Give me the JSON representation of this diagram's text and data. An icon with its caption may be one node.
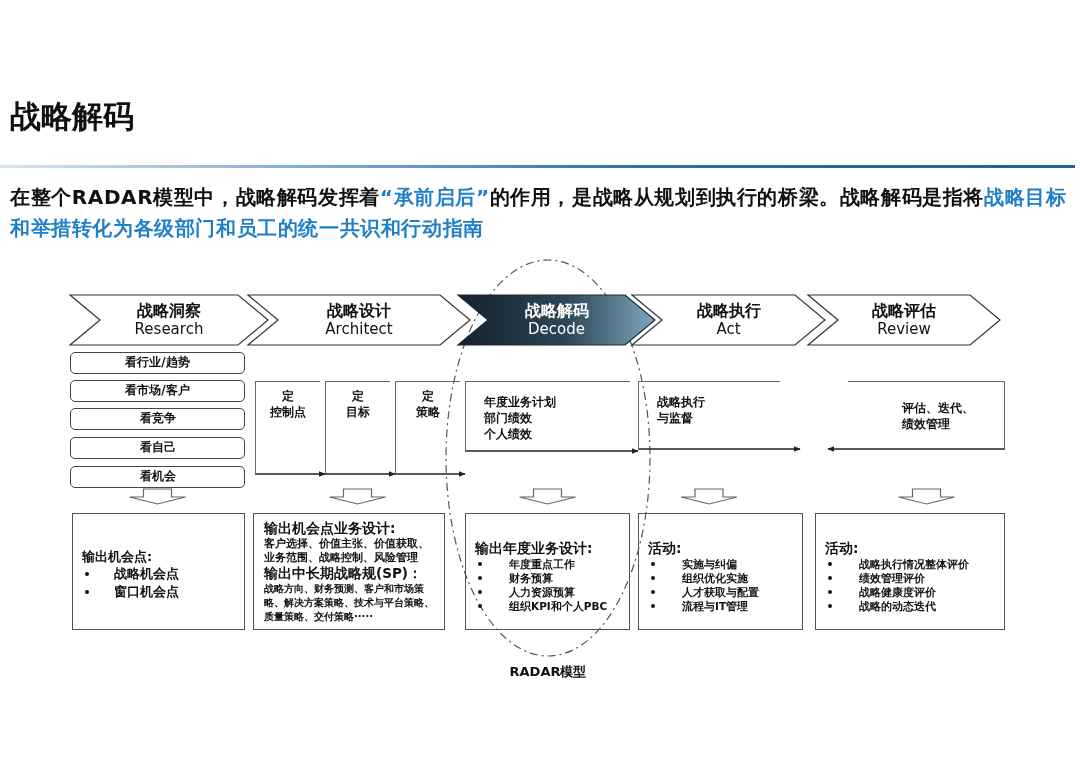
{
  "diagram": {
    "title": "战略解码",
    "nodes": [
      {
        "text": [
          "战略洞察",
          "Research"
        ]
      },
      {
        "text": [
          "战略设计",
          "Architect"
        ]
      },
      {
        "text": [
          "战略解码",
          "Decode"
        ]
      },
      {
        "text": [
          "战略执行",
          "Act"
        ]
      },
      {
        "text": [
          "战略评估",
          "Review"
        ]
      },
      {
        "text": [
          "看行业/趋势"
        ]
      },
      {
        "text": [
          "看市场/客户"
        ]
      },
      {
        "text": [
          "看竞争"
        ]
      },
      {
        "text": [
          "看自己"
        ]
      },
      {
        "text": [
          "看机会"
        ]
      },
      {
        "text": [
          "定",
          "控制点"
        ]
      },
      {
        "text": [
          "定",
          "目标"
        ]
      },
      {
        "text": [
          "定",
          "策略"
        ]
      },
      {
        "text": [
          "年度业务计划",
          "部门绩效",
          "个人绩效"
        ]
      },
      {
        "text": [
          "战略执行与监督"
        ]
      },
      {
        "text": [
          "评估、迭代、绩效管理"
        ]
      },
      {
        "text": [
          "输出机会点:",
          "战略机会点",
          "窗口机会点"
        ]
      },
      {
        "text": [
          "输出机会点业务设计:",
          "客户选择、价值主张、价值获取、业务范围、战略控制、风险管理",
          "输出中长期战略规(SP)：",
          "战略方向、财务预测、客户和市场策略、解决方案策略、技术与平台策略、质量策略、交付策略·····"
        ]
      },
      {
        "text": [
          "输出年度业务设计:",
          "年度重点工作",
          "财务预算",
          "人力资源预算",
          "组织KPI和个人PBC"
        ]
      },
      {
        "text": [
          "活动:",
          "实施与纠偏",
          "组织优化实施",
          "人才获取与配置",
          "流程与IT管理"
        ]
      },
      {
        "text": [
          "活动:",
          "战略执行情况整体评价",
          "绩效管理评价",
          "战略健康度评价",
          "战略的动态迭代"
        ]
      }
    ],
    "edges": [
      {
        "from": 10,
        "to": 11,
        "arrow": "to"
      },
      {
        "from": 11,
        "to": 12,
        "arrow": "to"
      },
      {
        "from": 12,
        "to": 13,
        "arrow": "to"
      },
      {
        "from": 13,
        "to": 14,
        "arrow": "to"
      },
      {
        "from": 14,
        "to": null,
        "arrow": "to"
      },
      {
        "from": 15,
        "to": null,
        "arrow": "to"
      },
      {
        "from": 9,
        "to": 16,
        "arrow": "to"
      },
      {
        "from": 11,
        "to": 17,
        "arrow": "to"
      },
      {
        "from": 13,
        "to": 18,
        "arrow": "to"
      },
      {
        "from": 14,
        "to": 19,
        "arrow": "to"
      },
      {
        "from": 15,
        "to": 20,
        "arrow": "to"
      }
    ],
    "labels": [
      "在整个RADAR模型中，战略解码发挥着",
      "“承前启后”",
      "的作用，是战略从规划到执行的桥梁。战略解码是指将",
      "战略目标和举措转化为各级部门和员工的统一共识和行动指南",
      "RADAR模型"
    ]
  }
}
